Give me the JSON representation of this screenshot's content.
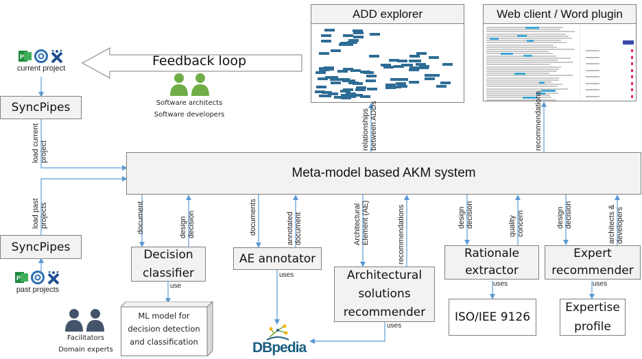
{
  "main_system": {
    "label": "Meta-model based AKM system"
  },
  "feedback": {
    "label": "Feedback loop"
  },
  "roles": {
    "top": {
      "lines": [
        "Software architects",
        "Software developers"
      ],
      "color": "#70ad47"
    },
    "bottom": {
      "lines": [
        "Facilitators",
        "Domain experts"
      ],
      "color": "#44546a"
    }
  },
  "sources": {
    "current": {
      "caption": "current project",
      "icons": [
        "ms-project-icon",
        "eclipse-icon",
        "jira-icon"
      ]
    },
    "past": {
      "caption": "past projects",
      "icons": [
        "ms-project-icon",
        "eclipse-icon",
        "jira-icon"
      ]
    }
  },
  "syncpipes": {
    "current": {
      "label": "SyncPipes",
      "edge": [
        "load current",
        "project"
      ]
    },
    "past": {
      "label": "SyncPipes",
      "edge": [
        "load past",
        "projects"
      ]
    }
  },
  "panels": {
    "add_explorer": {
      "title": "ADD explorer",
      "edge": [
        "relationships",
        "between ADDs"
      ]
    },
    "web_client": {
      "title": "Web client / Word plugin",
      "edge": [
        "recommendations"
      ]
    }
  },
  "components": [
    {
      "id": "decision-classifier",
      "label": [
        "Decision",
        "classifier"
      ],
      "in": [
        "document"
      ],
      "out": [
        "design",
        "decision"
      ],
      "uses_label": "use"
    },
    {
      "id": "ae-annotator",
      "label": [
        "AE annotator"
      ],
      "in": [
        "documents"
      ],
      "out": [
        "annotated",
        "document"
      ],
      "uses_label": "uses"
    },
    {
      "id": "architectural-solutions-recommender",
      "label": [
        "Architectural",
        "solutions",
        "recommender"
      ],
      "in": [
        "Architectural",
        "Element (AE)"
      ],
      "out": [
        "recommendations"
      ],
      "uses_label": "uses"
    },
    {
      "id": "rationale-extractor",
      "label": [
        "Rationale",
        "extractor"
      ],
      "in": [
        "design",
        "decision"
      ],
      "out": [
        "quality",
        "concern"
      ],
      "uses_label": "uses"
    },
    {
      "id": "expert-recommender",
      "label": [
        "Expert",
        "recommender"
      ],
      "in": [
        "design",
        "decision"
      ],
      "out": [
        "architects &",
        "developers"
      ],
      "uses_label": "uses"
    }
  ],
  "resources": {
    "ml_model": {
      "lines": [
        "ML model for",
        "decision detection",
        "and classification"
      ]
    },
    "dbpedia": {
      "label": "DBpedia"
    },
    "iso": {
      "label": "ISO/IEE 9126"
    },
    "expertise": {
      "lines": [
        "Expertise",
        "profile"
      ]
    }
  },
  "colors": {
    "arrow": "#5b9bd5",
    "box_fill": "#f2f2f2",
    "box_border": "#7f7f7f",
    "node": "#2e6c95",
    "highlight": "#3fa7d6"
  }
}
